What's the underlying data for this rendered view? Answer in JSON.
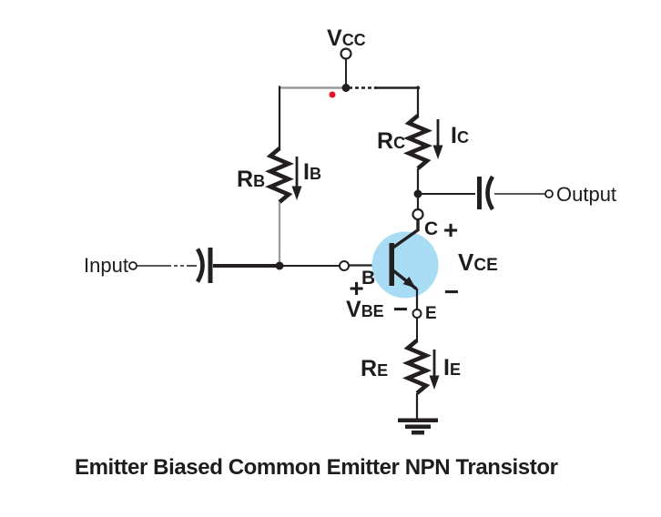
{
  "title": {
    "text": "Emitter Biased Common Emitter NPN Transistor",
    "color": "#ee1c25"
  },
  "colors": {
    "wire": "#231f20",
    "wire_secondary": "#9a9a9a",
    "transistor_highlight": "#a8dcf5",
    "annotation_dot": "#e8112d",
    "label_text": "#1d1d1f"
  },
  "labels": {
    "vcc": {
      "main": "V",
      "sub": "CC"
    },
    "rb": {
      "main": "R",
      "sub": "B"
    },
    "ib": {
      "main": "I",
      "sub": "B"
    },
    "rc": {
      "main": "R",
      "sub": "C"
    },
    "ic": {
      "main": "I",
      "sub": "C"
    },
    "vce": {
      "main": "V",
      "sub": "CE"
    },
    "vbe": {
      "main": "V",
      "sub": "BE"
    },
    "re": {
      "main": "R",
      "sub": "E"
    },
    "ie": {
      "main": "I",
      "sub": "E"
    },
    "input": "Input",
    "output": "Output",
    "collector": "C",
    "base": "B",
    "emitter": "E",
    "plus": "+",
    "minus": "−"
  }
}
